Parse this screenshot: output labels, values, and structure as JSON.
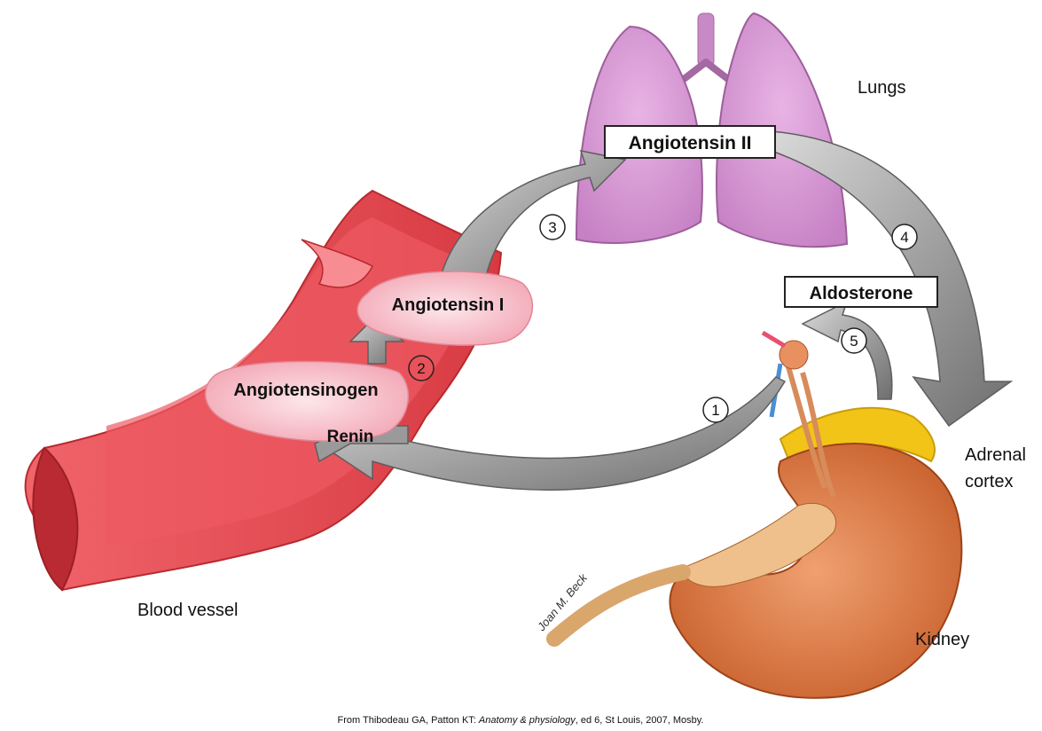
{
  "labels": {
    "lungs": "Lungs",
    "blood_vessel": "Blood vessel",
    "adrenal_line1": "Adrenal",
    "adrenal_line2": "cortex",
    "kidney": "Kidney"
  },
  "boxes": {
    "angiotensin_ii": "Angiotensin II",
    "aldosterone": "Aldosterone"
  },
  "blobs": {
    "angiotensin_i": "Angiotensin I",
    "angiotensinogen": "Angiotensinogen",
    "renin": "Renin"
  },
  "steps": [
    "1",
    "2",
    "3",
    "4",
    "5"
  ],
  "signature": "Joan M. Beck",
  "citation": {
    "prefix": "From Thibodeau GA, Patton KT: ",
    "title": "Anatomy & physiology",
    "suffix": ", ed 6, St Louis, 2007, Mosby."
  },
  "colors": {
    "vessel": "#e8434b",
    "vessel_dark": "#c42f35",
    "lung": "#d99ad6",
    "arrow": "#8e8e8e",
    "kidney": "#e27d45",
    "adrenal": "#f2c417"
  }
}
